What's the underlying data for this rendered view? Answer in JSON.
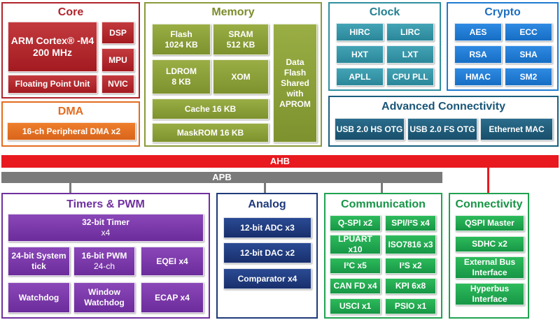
{
  "core": {
    "title": "Core",
    "cpu_line1": "ARM Cortex® -M4",
    "cpu_line2": "200 MHz",
    "dsp": "DSP",
    "mpu": "MPU",
    "fpu": "Floating Point Unit",
    "nvic": "NVIC"
  },
  "dma": {
    "title": "DMA",
    "pdma": "16-ch Peripheral DMA x2"
  },
  "memory": {
    "title": "Memory",
    "flash_line1": "Flash",
    "flash_line2": "1024 KB",
    "sram_line1": "SRAM",
    "sram_line2": "512 KB",
    "ldrom_line1": "LDROM",
    "ldrom_line2": "8 KB",
    "xom": "XOM",
    "cache": "Cache 16 KB",
    "maskrom": "MaskROM 16 KB",
    "dataflash": [
      "Data",
      "Flash",
      "Shared",
      "with",
      "APROM"
    ]
  },
  "clock": {
    "title": "Clock",
    "items": [
      "HIRC",
      "LIRC",
      "HXT",
      "LXT",
      "APLL",
      "CPU PLL"
    ]
  },
  "crypto": {
    "title": "Crypto",
    "items": [
      "AES",
      "ECC",
      "RSA",
      "SHA",
      "HMAC",
      "SM2"
    ]
  },
  "advanced": {
    "title": "Advanced Connectivity",
    "items": [
      "USB 2.0 HS OTG",
      "USB 2.0 FS OTG",
      "Ethernet MAC"
    ]
  },
  "bus": {
    "ahb": "AHB",
    "apb": "APB"
  },
  "timers": {
    "title": "Timers & PWM",
    "timer32_line1": "32-bit Timer",
    "timer32_line2": "x4",
    "systick_line1": "24-bit System",
    "systick_line2": "tick",
    "pwm_line1": "16-bit PWM",
    "pwm_line2": "24-ch",
    "eqei": "EQEI x4",
    "watchdog": "Watchdog",
    "wwdt_line1": "Window",
    "wwdt_line2": "Watchdog",
    "ecap": "ECAP x4"
  },
  "analog": {
    "title": "Analog",
    "items": [
      "12-bit ADC x3",
      "12-bit DAC x2",
      "Comparator x4"
    ]
  },
  "communication": {
    "title": "Communication",
    "qspi": "Q-SPI x2",
    "spi": "SPI/I²S x4",
    "lpuart_line1": "LPUART",
    "lpuart_line2": "x10",
    "iso7816": "ISO7816 x3",
    "i2c": "I²C x5",
    "i2s": "I²S x2",
    "canfd": "CAN FD x4",
    "kpi": "KPI 6x8",
    "usci": "USCI x1",
    "psio": "PSIO x1"
  },
  "connectivity": {
    "title": "Connectivity",
    "qspi_master": "QSPI Master",
    "sdhc": "SDHC x2",
    "ebi_line1": "External Bus",
    "ebi_line2": "Interface",
    "hyperbus_line1": "Hyperbus",
    "hyperbus_line2": "Interface"
  },
  "colors": {
    "core": "#b0242b",
    "dma": "#e36c1f",
    "memory": "#8a9a3a",
    "clock": "#2e8fa0",
    "crypto": "#1e7bd2",
    "advanced": "#1a5f7e",
    "ahb": "#e8191f",
    "apb": "#7a7a7a",
    "timers": "#7030a0",
    "analog": "#1f3a7a",
    "communication": "#20a350",
    "connectivity": "#20a350"
  }
}
